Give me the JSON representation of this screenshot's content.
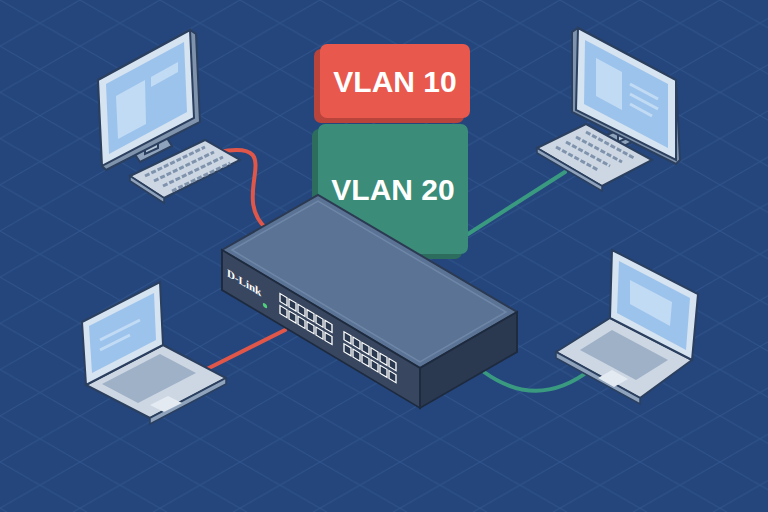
{
  "diagram": {
    "nodes": [
      {
        "text": [
          "VLAN 10"
        ]
      },
      {
        "text": [
          "VLAN 20"
        ]
      },
      {
        "text": [
          "D-Link"
        ]
      }
    ]
  }
}
